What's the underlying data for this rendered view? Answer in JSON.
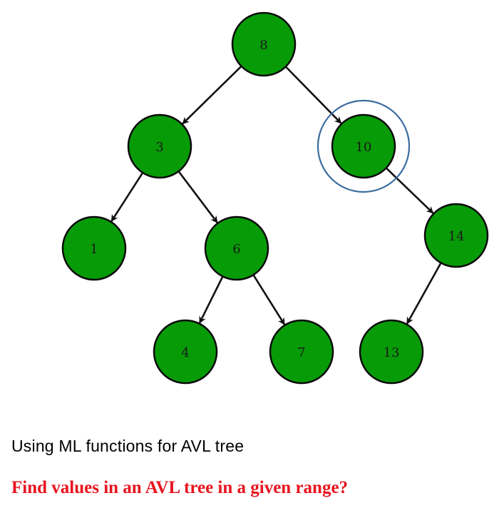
{
  "tree": {
    "nodes": [
      {
        "id": "8",
        "label": "8"
      },
      {
        "id": "3",
        "label": "3"
      },
      {
        "id": "10",
        "label": "10",
        "highlighted": true
      },
      {
        "id": "1",
        "label": "1"
      },
      {
        "id": "6",
        "label": "6"
      },
      {
        "id": "14",
        "label": "14"
      },
      {
        "id": "4",
        "label": "4"
      },
      {
        "id": "7",
        "label": "7"
      },
      {
        "id": "13",
        "label": "13"
      }
    ],
    "edges": [
      {
        "from": "8",
        "to": "3"
      },
      {
        "from": "8",
        "to": "10"
      },
      {
        "from": "3",
        "to": "1"
      },
      {
        "from": "3",
        "to": "6"
      },
      {
        "from": "10",
        "to": "14"
      },
      {
        "from": "6",
        "to": "4"
      },
      {
        "from": "6",
        "to": "7"
      },
      {
        "from": "14",
        "to": "13"
      }
    ],
    "colors": {
      "node_fill": "#079b07",
      "node_stroke": "#0a0a0a",
      "edge": "#111111",
      "highlight_ring": "#3b6c9e"
    }
  },
  "caption": "Using ML functions for AVL tree",
  "question": "Find values in an AVL tree in a given range?",
  "colors": {
    "question": "#e8141e"
  }
}
